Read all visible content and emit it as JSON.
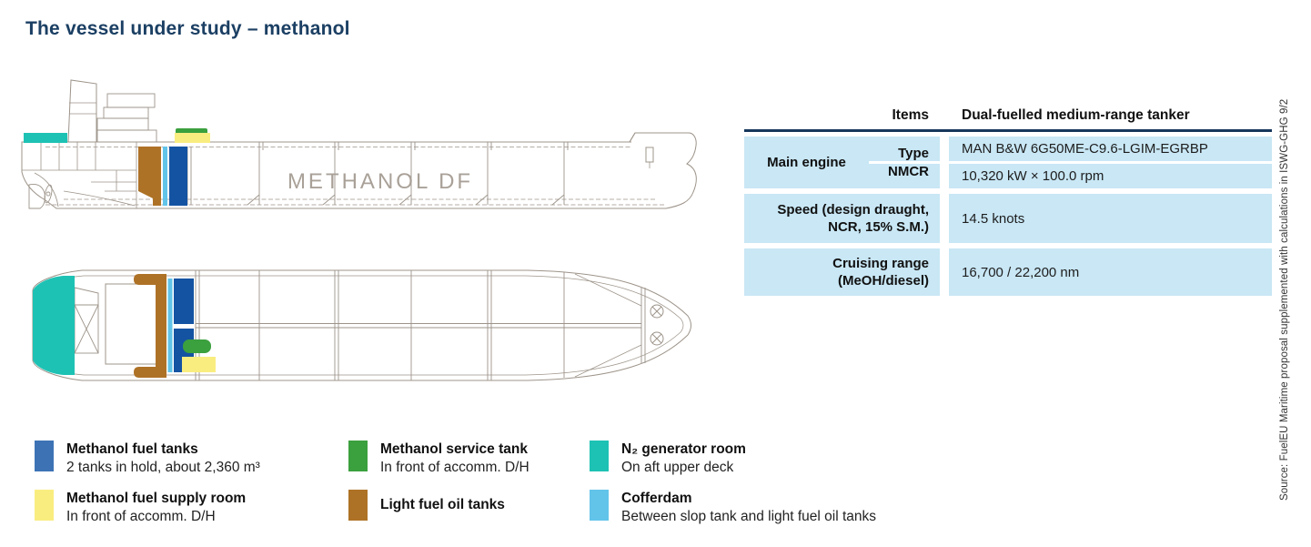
{
  "title": "The vessel under study – methanol",
  "diagram": {
    "vessel_label": "METHANOL DF",
    "colors": {
      "methanol_fuel_tank": "#1453a2",
      "supply_room": "#f9ed80",
      "service_tank": "#3ba03e",
      "light_fuel_oil": "#ae7226",
      "n2_room": "#1ec2b4",
      "cofferdam": "#62c4e9",
      "outline": "#9d948a",
      "label_text": "#a9a198"
    }
  },
  "table": {
    "header": {
      "items": "Items",
      "value": "Dual-fuelled medium-range tanker"
    },
    "main_engine": {
      "group": "Main engine",
      "rows": [
        {
          "label": "Type",
          "value": "MAN B&W 6G50ME-C9.6-LGIM-EGRBP"
        },
        {
          "label": "NMCR",
          "value": "10,320 kW × 100.0 rpm"
        }
      ]
    },
    "rows": [
      {
        "label": "Speed (design draught, NCR, 15% S.M.)",
        "value": "14.5 knots"
      },
      {
        "label": "Cruising range (MeOH/diesel)",
        "value": "16,700 / 22,200 nm"
      }
    ],
    "cell_bg": "#c9e7f5",
    "rule_color": "#16365c"
  },
  "legend": {
    "items": [
      {
        "name": "methanol-fuel-tanks",
        "color": "#3d73b5",
        "title": "Methanol fuel tanks",
        "subtitle": "2 tanks in hold, about 2,360 m³"
      },
      {
        "name": "methanol-fuel-supply-room",
        "color": "#f9ed80",
        "title": "Methanol fuel supply room",
        "subtitle": "In front of accomm. D/H"
      },
      {
        "name": "methanol-service-tank",
        "color": "#3ba03e",
        "title": "Methanol service tank",
        "subtitle": "In front of accomm. D/H"
      },
      {
        "name": "light-fuel-oil-tanks",
        "color": "#ae7226",
        "title": "Light fuel oil tanks",
        "subtitle": ""
      },
      {
        "name": "n2-generator-room",
        "color": "#1ec2b4",
        "title": "N₂ generator room",
        "subtitle": "On aft upper deck"
      },
      {
        "name": "cofferdam",
        "color": "#62c4e9",
        "title": "Cofferdam",
        "subtitle": "Between slop tank and light fuel oil tanks"
      }
    ]
  },
  "source": "Source: FuelEU Maritime proposal supplemented with calculations in ISWG-GHG 9/2",
  "title_color": "#1b3f63"
}
